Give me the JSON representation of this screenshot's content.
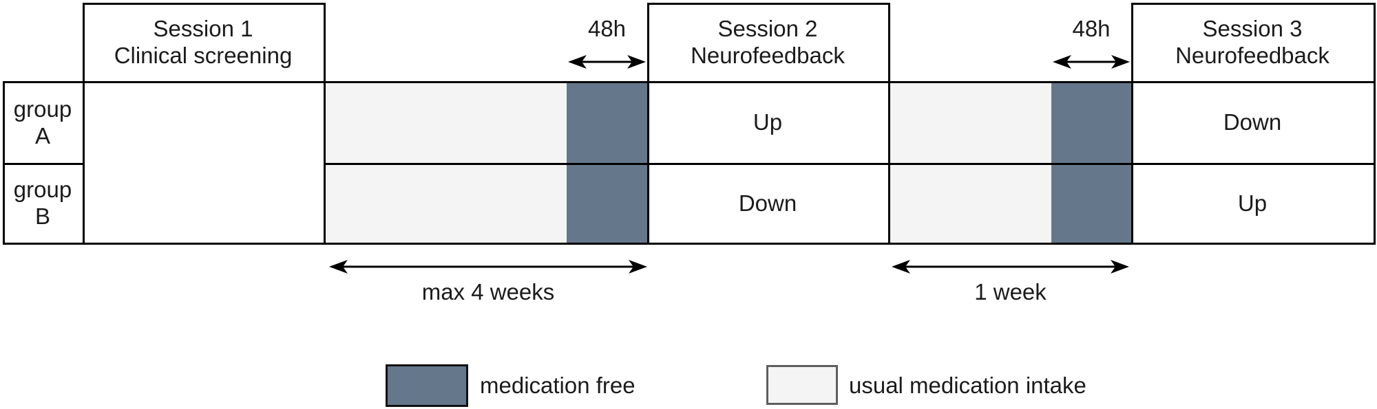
{
  "table": {
    "columns": {
      "session1": {
        "title_line1": "Session 1",
        "title_line2": "Clinical screening"
      },
      "session2": {
        "title_line1": "Session 2",
        "title_line2": "Neurofeedback"
      },
      "session3": {
        "title_line1": "Session 3",
        "title_line2": "Neurofeedback"
      }
    },
    "rows": [
      {
        "label_line1": "group",
        "label_line2": "A",
        "session2_condition": "Up",
        "session3_condition": "Down"
      },
      {
        "label_line1": "group",
        "label_line2": "B",
        "session2_condition": "Down",
        "session3_condition": "Up"
      }
    ]
  },
  "annotations": {
    "gap1_label": "48h",
    "gap2_label": "48h",
    "period1_label": "max 4 weeks",
    "period2_label": "1 week"
  },
  "legend": {
    "items": [
      {
        "name": "medication-free",
        "label": "medication free",
        "color": "#65788B"
      },
      {
        "name": "usual-medication-intake",
        "label": "usual medication intake",
        "color": "#F4F4F4"
      }
    ]
  },
  "colors": {
    "medication_free": "#65788B",
    "usual_medication_intake": "#F4F4F4",
    "border": "#000000",
    "background": "#FFFFFF"
  }
}
